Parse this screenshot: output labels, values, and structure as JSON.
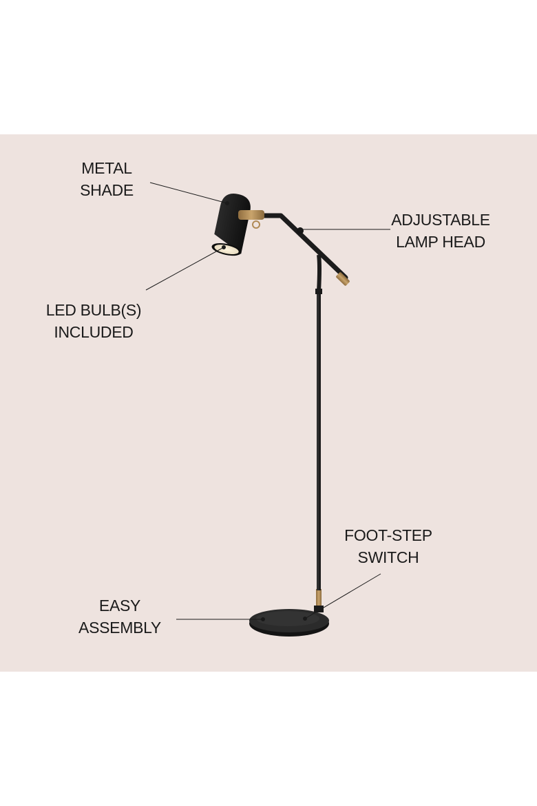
{
  "colors": {
    "background": "#eee3df",
    "lamp_black": "#1f1f1f",
    "brass": "#b08a55",
    "text": "#1a1a1a"
  },
  "callouts": {
    "metal_shade": [
      "METAL",
      "SHADE"
    ],
    "adjustable_head": [
      "ADJUSTABLE",
      "LAMP HEAD"
    ],
    "led_bulb": [
      "LED BULB(S)",
      "INCLUDED"
    ],
    "foot_step": [
      "FOOT-STEP",
      "SWITCH"
    ],
    "easy_assembly": [
      "EASY",
      "ASSEMBLY"
    ]
  }
}
